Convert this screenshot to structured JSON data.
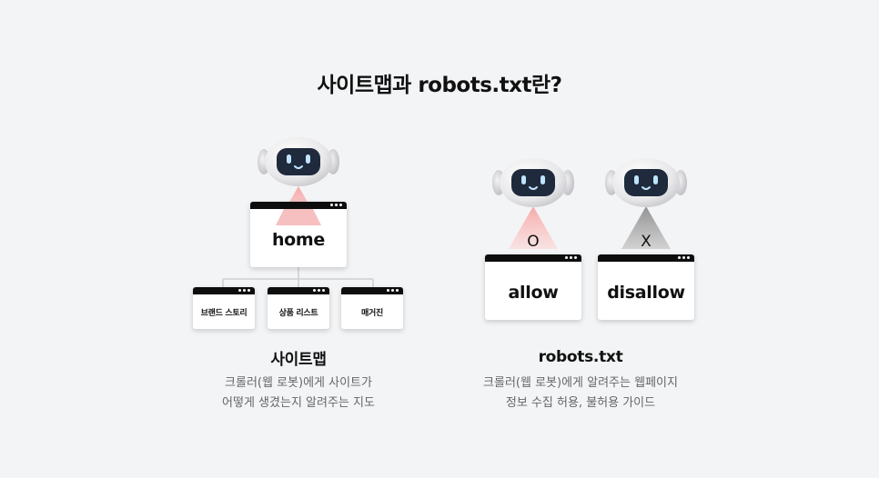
{
  "title": "사이트맵과 robots.txt란?",
  "sitemap": {
    "home_label": "home",
    "children": [
      {
        "label": "브랜드 스토리"
      },
      {
        "label": "상품 리스트"
      },
      {
        "label": "매거진"
      }
    ],
    "heading": "사이트맵",
    "desc_line1": "크롤러(웹 로봇)에게 사이트가",
    "desc_line2": "어떻게 생겼는지 알려주는 지도"
  },
  "robots": {
    "allow_mark": "O",
    "allow_label": "allow",
    "disallow_mark": "X",
    "disallow_label": "disallow",
    "heading": "robots.txt",
    "desc_line1": "크롤러(웹 로봇)에게 알려주는 웹페이지",
    "desc_line2": "정보 수집 허용, 불허용 가이드"
  },
  "colors": {
    "background": "#f3f4f6",
    "allow_beam": "#f08a8a",
    "disallow_beam": "#8a8a8a",
    "robot_face": "#1f2a3c",
    "robot_eye": "#bfe4ff"
  }
}
